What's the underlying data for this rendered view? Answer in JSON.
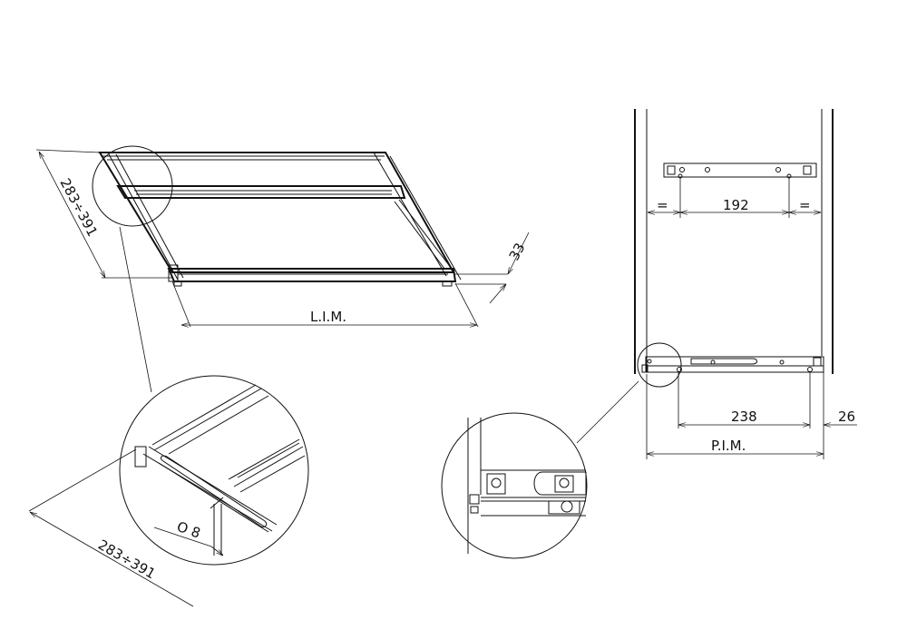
{
  "drawing": {
    "perspective_view": {
      "depth_range_label": "283÷391",
      "height_label": "33",
      "width_label": "L.I.M."
    },
    "detail_left": {
      "diameter_label": "O 8",
      "depth_range_label": "283÷391"
    },
    "front_view": {
      "equal_left_label": "=",
      "spacing_label": "192",
      "equal_right_label": "=",
      "hole_distance_label": "238",
      "offset_label": "26",
      "depth_label": "P.I.M."
    }
  }
}
